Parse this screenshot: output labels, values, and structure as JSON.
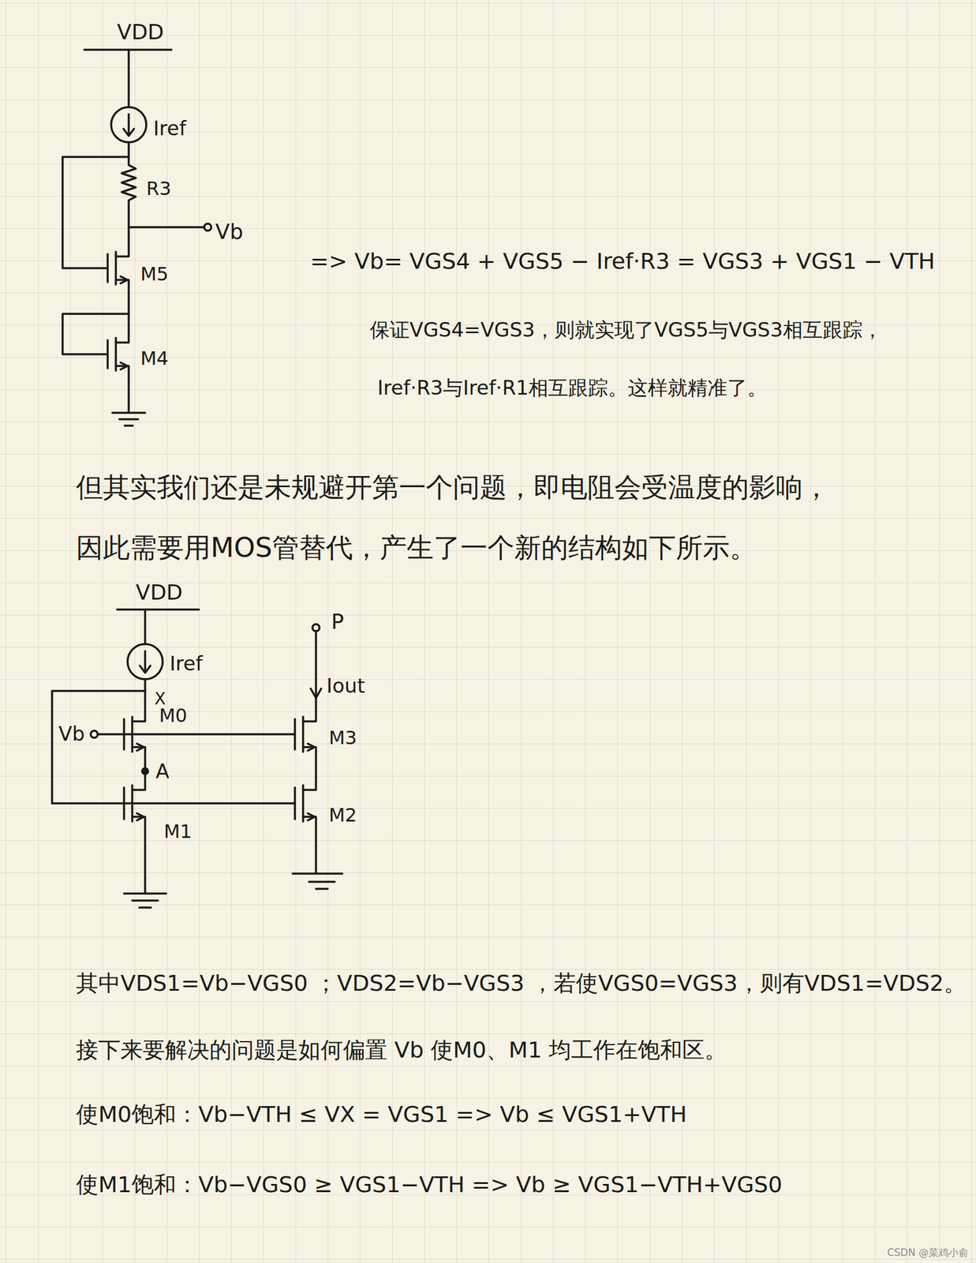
{
  "diagram": {
    "labels": [
      "VDD",
      "Iref",
      "R3",
      "Vb",
      "M5",
      "M4",
      "=> Vb= VGS4 + VGS5 − Iref·R3 = VGS3 + VGS1 − VTH",
      "保证VGS4=VGS3，则就实现了VGS5与VGS3相互跟踪，",
      "Iref·R3与Iref·R1相互跟踪。这样就精准了。",
      "但其实我们还是未规避开第一个问题，即电阻会受温度的影响，",
      "因此需要用MOS管替代，产生了一个新的结构如下所示。",
      "VDD",
      "Iref",
      "X",
      "Vb",
      "M0",
      "A",
      "M1",
      "P",
      "Iout",
      "M3",
      "M2",
      "其中VDS1=Vb−VGS0 ；VDS2=Vb−VGS3 ，若使VGS0=VGS3，则有VDS1=VDS2。",
      "接下来要解决的问题是如何偏置 Vb 使M0、M1 均工作在饱和区。",
      "使M0饱和：Vb−VTH ≤ VX = VGS1 => Vb ≤ VGS1+VTH",
      "使M1饱和：Vb−VGS0 ≥ VGS1−VTH => Vb ≥ VGS1−VTH+VGS0",
      "CSDN @菜鸡小俞"
    ]
  }
}
